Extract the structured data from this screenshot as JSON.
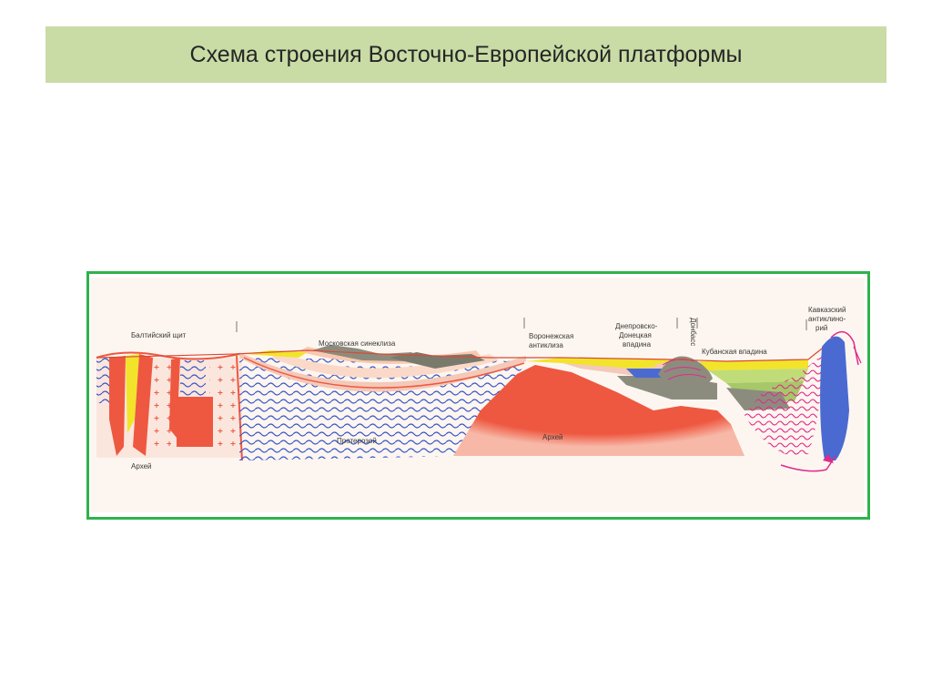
{
  "slide": {
    "title": "Схема строения Восточно-Европейской платформы"
  },
  "diagram": {
    "labels": {
      "baltic_shield": "Балтийский щит",
      "archean_left": "Архей",
      "moscow_syneclise": "Московская синеклиза",
      "proterozoic": "Протерозой",
      "voronezh_1": "Воронежская",
      "voronezh_2": "антиклиза",
      "archean_center": "Архей",
      "dnieper_1": "Днепровско-",
      "dnieper_2": "Донецкая",
      "dnieper_3": "впадина",
      "donbass": "Донбасс",
      "kuban": "Кубанская впадина",
      "caucasus_1": "Кавказский",
      "caucasus_2": "антиклино-",
      "caucasus_3": "рий"
    },
    "colors": {
      "frame": "#2fb24a",
      "archean_red": "#ee5840",
      "proterozoic_blue": "#3a58c8",
      "yellow": "#f2e42a",
      "pink": "#f4c9b8",
      "gray": "#8c8c7e",
      "green": "#c0dc78",
      "blue_massif": "#4a6ad2",
      "magenta": "#e02a8a"
    }
  }
}
